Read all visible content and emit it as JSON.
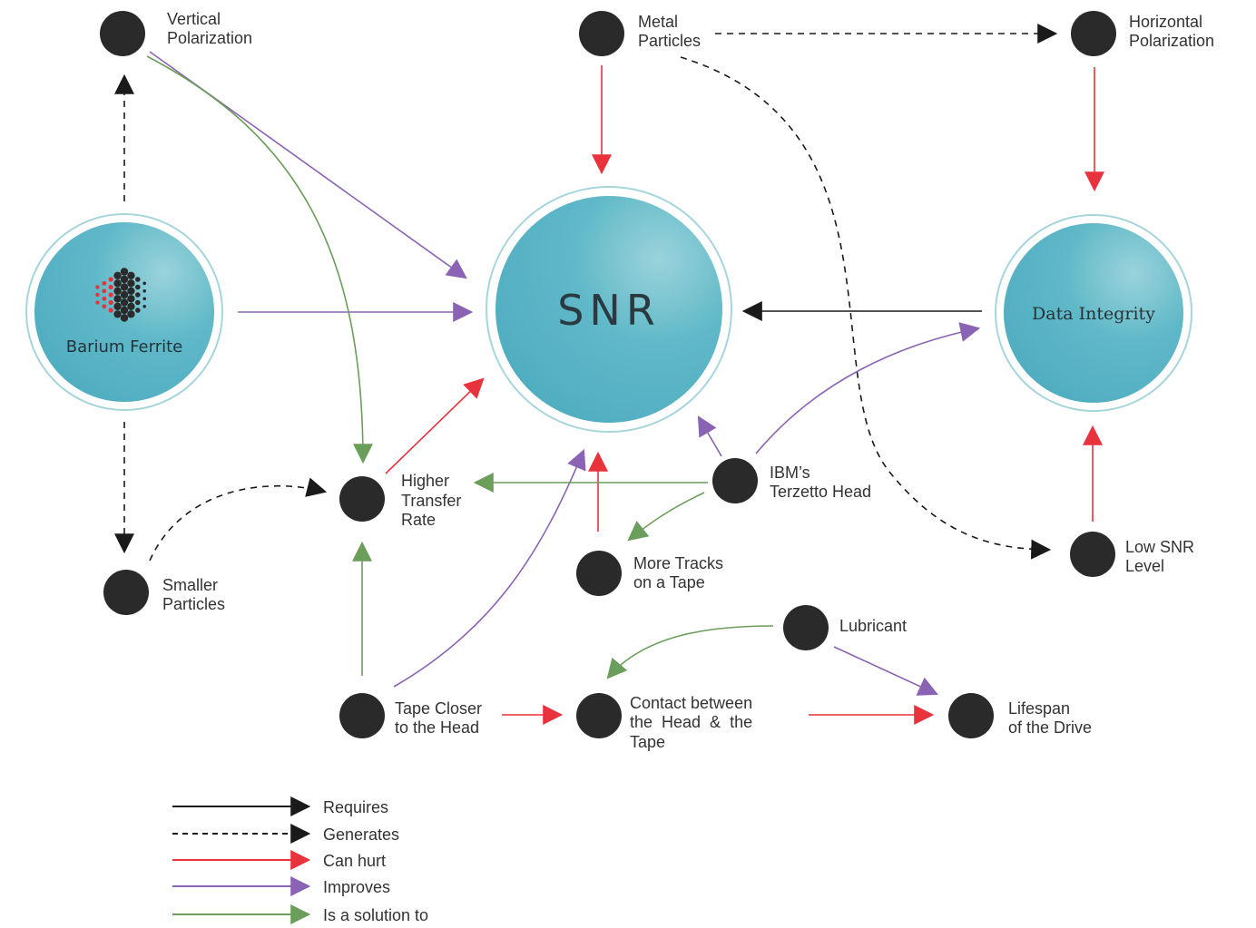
{
  "hubs": {
    "snr": {
      "label": "SNR"
    },
    "data_integrity": {
      "label": "Data Integrity"
    },
    "barium_ferrite": {
      "label": "Barium Ferrite"
    }
  },
  "nodes": {
    "vertical_polarization": [
      "Vertical",
      "Polarization"
    ],
    "metal_particles": [
      "Metal",
      "Particles"
    ],
    "horizontal_polarization": [
      "Horizontal",
      "Polarization"
    ],
    "higher_transfer_rate": [
      "Higher",
      "Transfer",
      "Rate"
    ],
    "ibm_terzetto_head": [
      "IBM’s",
      "Terzetto Head"
    ],
    "more_tracks": [
      "More Tracks",
      "on a Tape"
    ],
    "low_snr_level": [
      "Low SNR",
      "Level"
    ],
    "smaller_particles": [
      "Smaller",
      "Particles"
    ],
    "lubricant": [
      "Lubricant"
    ],
    "tape_closer": [
      "Tape Closer",
      "to the Head"
    ],
    "contact_head_tape": [
      "Contact between",
      "the  Head  &  the",
      "Tape"
    ],
    "lifespan_drive": [
      "Lifespan",
      "of the Drive"
    ]
  },
  "legend": {
    "requires": "Requires",
    "generates": "Generates",
    "can_hurt": "Can hurt",
    "improves": "Improves",
    "solution": "Is a solution to"
  },
  "colors": {
    "node": "#2b2a2b",
    "hub_fill": "#5ab5c6",
    "hub_ring": "#a6d5dc",
    "requires": "#1a1a1a",
    "generates": "#1a1a1a",
    "can_hurt": "#e8323c",
    "improves": "#8a63b5",
    "solution": "#6a9e5a"
  }
}
